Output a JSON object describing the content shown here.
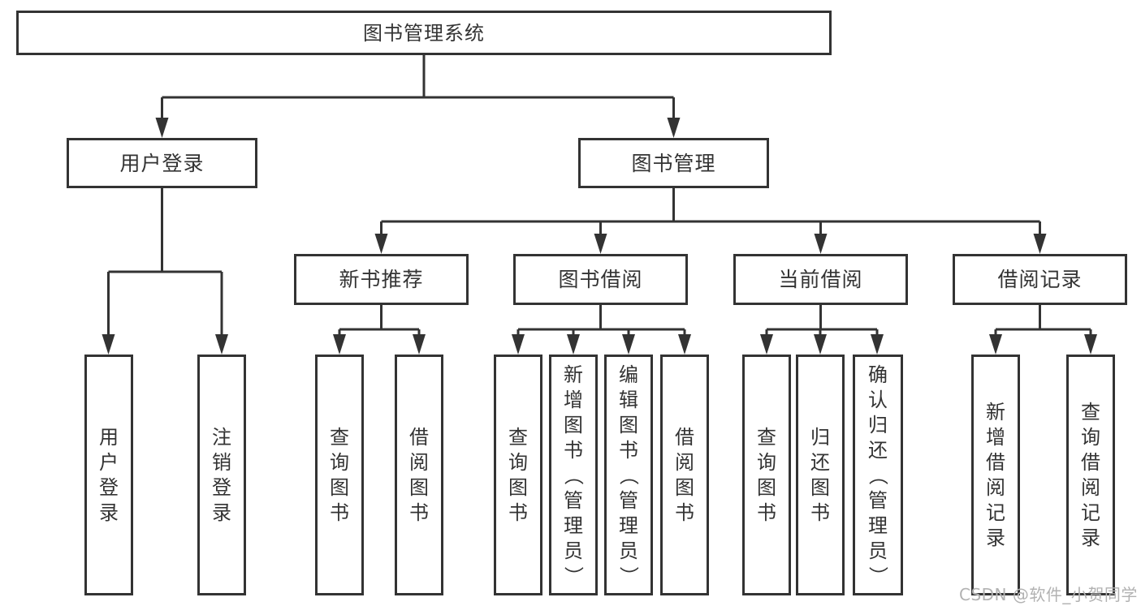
{
  "tree": {
    "root": "图书管理系统",
    "children": [
      {
        "label": "用户登录",
        "children": [
          "用户登录",
          "注销登录"
        ]
      },
      {
        "label": "图书管理",
        "children": [
          {
            "label": "新书推荐",
            "children": [
              "查询图书",
              "借阅图书"
            ]
          },
          {
            "label": "图书借阅",
            "children": [
              "查询图书",
              "新增图书（管理员）",
              "编辑图书（管理员）",
              "借阅图书"
            ]
          },
          {
            "label": "当前借阅",
            "children": [
              "查询图书",
              "归还图书",
              "确认归还（管理员）"
            ]
          },
          {
            "label": "借阅记录",
            "children": [
              "新增借阅记录",
              "查询借阅记录"
            ]
          }
        ]
      }
    ]
  },
  "watermark": {
    "text": "CSDN @软件_小贺同学"
  },
  "colors": {
    "line": "#333333",
    "text": "#333333",
    "background": "#ffffff",
    "watermark": "#b2b2b2"
  }
}
